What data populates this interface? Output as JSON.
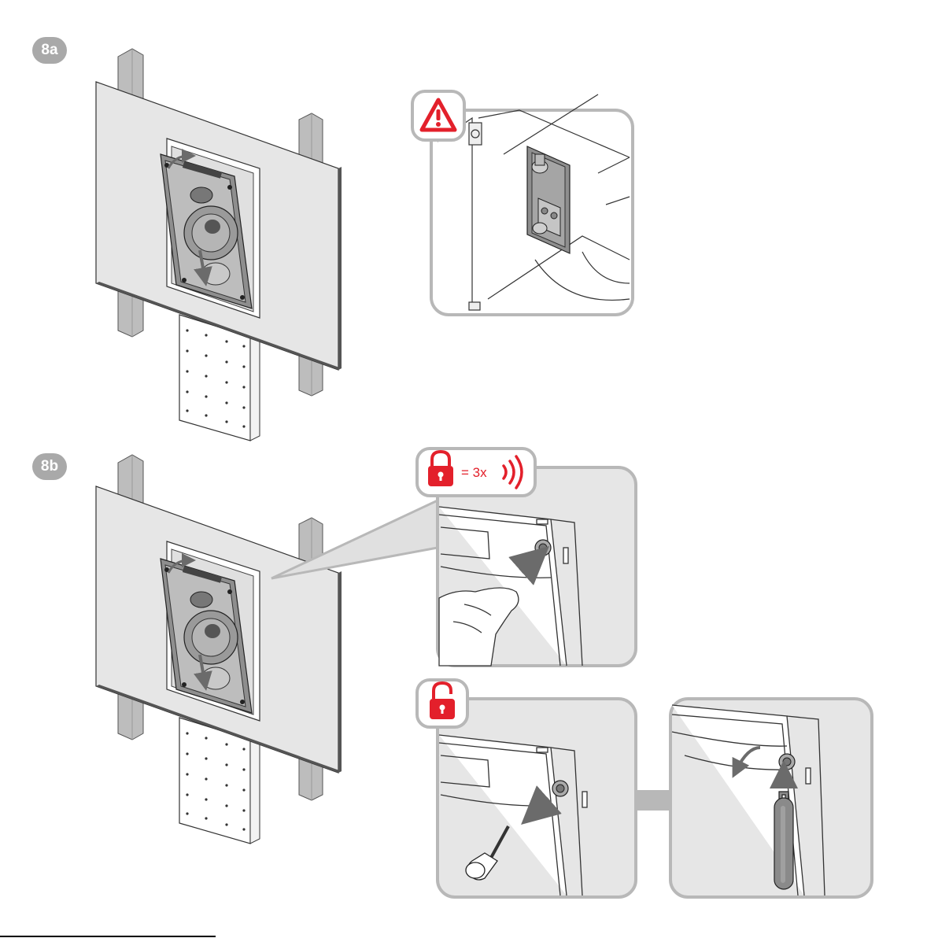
{
  "steps": {
    "step_a": {
      "label": "8a"
    },
    "step_b": {
      "label": "8b"
    }
  },
  "callouts": {
    "lock": {
      "text": "= 3x"
    }
  },
  "colors": {
    "accent_red": "#e3202b",
    "frame_gray": "#b8b8b8",
    "wall": "#e6e6e6",
    "stud": "#bdbdbd",
    "arrow": "#6b6b6b"
  },
  "icons": {
    "warning": "warning-triangle-icon",
    "lock": "padlock-closed-icon",
    "unlock": "padlock-open-icon",
    "sound": "sound-waves-icon"
  }
}
